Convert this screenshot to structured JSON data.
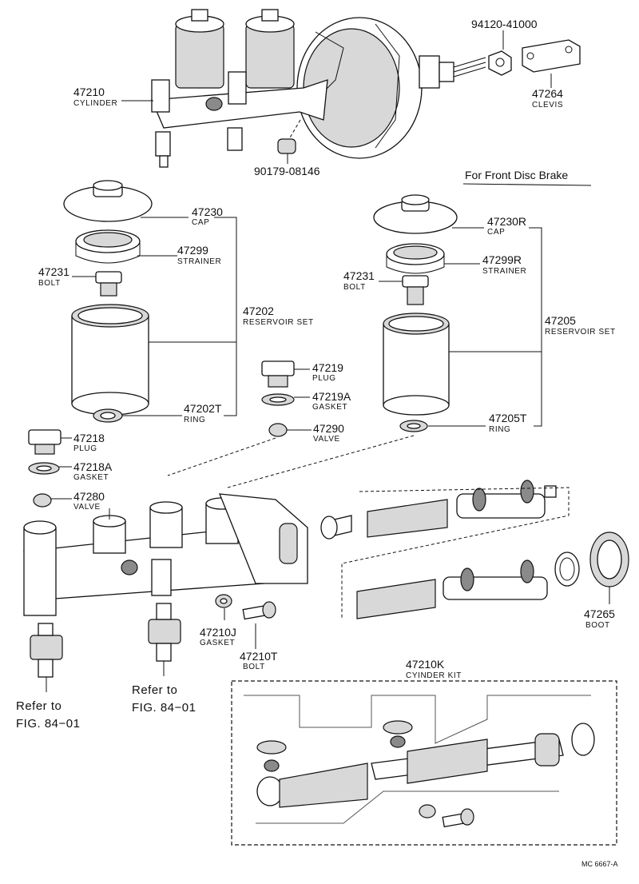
{
  "note": "For Front Disc Brake",
  "drawing_code": "MC 6667-A",
  "parts": {
    "p47210": {
      "num": "47210",
      "name": "CYLINDER"
    },
    "p94120": {
      "num": "94120-41000",
      "name": ""
    },
    "p47264": {
      "num": "47264",
      "name": "CLEVIS"
    },
    "p90179": {
      "num": "90179-08146",
      "name": ""
    },
    "p47230": {
      "num": "47230",
      "name": "CAP"
    },
    "p47299": {
      "num": "47299",
      "name": "STRAINER"
    },
    "p47231a": {
      "num": "47231",
      "name": "BOLT"
    },
    "p47202": {
      "num": "47202",
      "name": "RESERVOIR SET"
    },
    "p47202T": {
      "num": "47202T",
      "name": "RING"
    },
    "p47230R": {
      "num": "47230R",
      "name": "CAP"
    },
    "p47299R": {
      "num": "47299R",
      "name": "STRAINER"
    },
    "p47231b": {
      "num": "47231",
      "name": "BOLT"
    },
    "p47205": {
      "num": "47205",
      "name": "RESERVOIR SET"
    },
    "p47205T": {
      "num": "47205T",
      "name": "RING"
    },
    "p47219": {
      "num": "47219",
      "name": "PLUG"
    },
    "p47219A": {
      "num": "47219A",
      "name": "GASKET"
    },
    "p47290": {
      "num": "47290",
      "name": "VALVE"
    },
    "p47218": {
      "num": "47218",
      "name": "PLUG"
    },
    "p47218A": {
      "num": "47218A",
      "name": "GASKET"
    },
    "p47280": {
      "num": "47280",
      "name": "VALVE"
    },
    "p47265": {
      "num": "47265",
      "name": "BOOT"
    },
    "p47210J": {
      "num": "47210J",
      "name": "GASKET"
    },
    "p47210T": {
      "num": "47210T",
      "name": "BOLT"
    },
    "p47210K": {
      "num": "47210K",
      "name": "CYINDER KIT"
    }
  },
  "refs": {
    "left": {
      "line1": "Refer to",
      "line2": "FIG. 84−01"
    },
    "center": {
      "line1": "Refer to",
      "line2": "FIG. 84−01"
    }
  }
}
